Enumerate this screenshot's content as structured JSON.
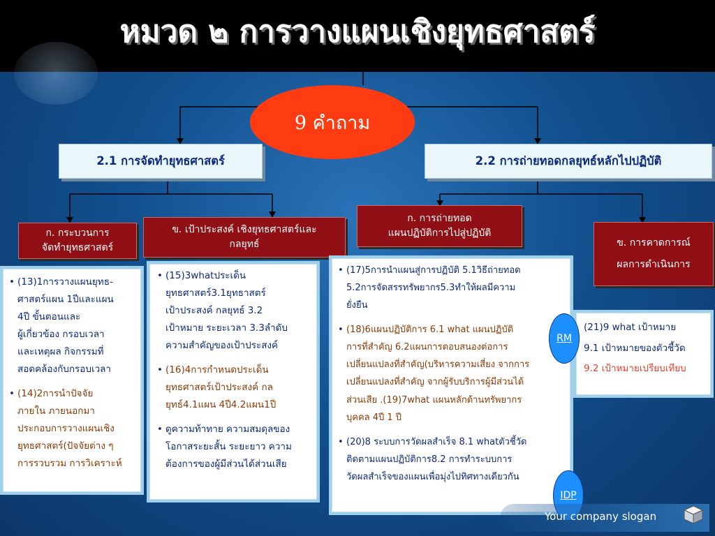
{
  "title": "หมวด ๒ การวางแผนเชิงยุทธศาสตร์",
  "center": "9 คำถาม",
  "level1": {
    "left": "2.1 การจัดทำยุทธศาสตร์",
    "right": "2.2 การถ่ายทอดกลยุทธ์หลักไปปฏิบัติ"
  },
  "level2": {
    "k1": [
      "ก. กระบวนการ",
      "จัดทำยุทธศาสตร์"
    ],
    "kh1": [
      "ข. เป้าประสงค์ เชิงยุทธศาสตร์และ",
      "กลยุทธ์"
    ],
    "k2": [
      "ก. การถ่ายทอด",
      "แผนปฏิบัติการไปสู่ปฏิบัติ"
    ],
    "kh2": [
      "ข. การคาดการณ์",
      "ผลการดำเนินการ"
    ]
  },
  "panel1": [
    [
      "(13)1การวางแผนยุทธ-",
      "ศาสตร์แผน 1ปีและแผน",
      "4ปี ขั้นตอนและ",
      "ผู้เกี่ยวข้อง กรอบเวลา",
      "และเหตุผล กิจกรรมที่",
      "สอดคล้องกับกรอบเวลา"
    ],
    [
      "(14)2การนำปัจจัย",
      "ภายใน ภายนอกมา",
      "ประกอบการวางแผนเชิง",
      "ยุทธศาสตร์(ปัจจัยต่าง ๆ",
      "การรวบรวม การวิเคราะห์"
    ]
  ],
  "panel2": [
    [
      "(15)3whatประเด็น",
      "ยุทธศาสตร์3.1ยุทธาสตร์",
      "เป้าประสงค์ กลยุทธ์ 3.2",
      "เป้าหมาย ระยะเวลา 3.3ลำดับ",
      "ความสำคัญของเป้าประสงค์"
    ],
    [
      "(16)4การกำหนดประเด็น",
      "ยุทธศาสตร์เป้าประสงค์ กล",
      "ยุทธ์4.1แผน 4ปี4.2แผน1ปี"
    ],
    [
      "ดูความท้าทาย ความสมดุลของ",
      "โอกาสระยะสั้น ระยะยาว ความ",
      "ต้องการของผู้มีส่วนได้ส่วนเสีย"
    ]
  ],
  "panel3": [
    [
      "(17)5การนำแผนสู่การปฏิบัติ 5.1วิธีถ่ายทอด",
      "5.2การจัดสรรทรัพยากร5.3ทำให้ผลมีความ",
      "ยั่งยืน"
    ],
    [
      "(18)6แผนปฏิบัติการ 6.1 what แผนปฏิบัติ",
      "การที่สำคัญ 6.2แผนการตอบสนองต่อการ",
      "เปลี่ยนแปลงที่สำคัญ(บริหารความเสี่ยง จากการ",
      "เปลี่ยนแปลงที่สำคัญ จากผู้รับบริการผู้มีส่วนได้",
      "ส่วนเสีย .(19)7what แผนหลักด้านทรัพยากร",
      "บุคคล 4ปี 1 ปี"
    ],
    [
      "(20)8 ระบบการวัดผลสำเร็จ 8.1 whatตัวชี้วัด",
      "ติดตามแผนปฏิบัติการ8.2 การทำระบบการ",
      "วัดผลสำเร็จของแผนเพื่อมุ่งไปทิศทางเดียวกัน"
    ]
  ],
  "panel4": {
    "l1": "(21)9 what เป้าหมาย",
    "l2": "9.1 เป้าหมายของตัวชี้วัด",
    "l3": "9.2 เป้าหมายเปรียบเทียบ"
  },
  "badges": {
    "rm": "RM",
    "idp": "IDP"
  },
  "slogan": "Your company slogan",
  "colors": {
    "oval": "#ff3b12",
    "red_box": "#8f0f14",
    "badge": "#1e8fff",
    "highlight": "#e8402a"
  }
}
